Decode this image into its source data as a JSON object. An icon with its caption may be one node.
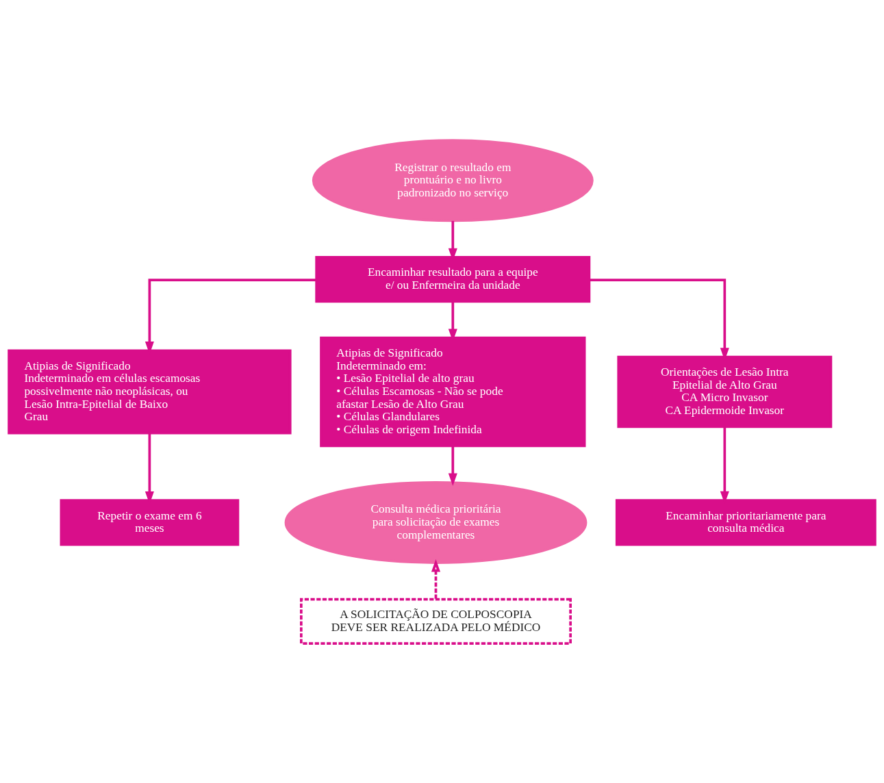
{
  "diagram": {
    "nodes": [
      {
        "text": [
          "Registrar o resultado em prontuário e no livro padronizado no serviço"
        ]
      },
      {
        "text": [
          "Encaminhar resultado para a equipe e/ ou Enfermeira da unidade"
        ]
      },
      {
        "text": [
          "Atipias de Significado Indeterminado em células escamosas possivelmente não neoplásicas, ou Lesão Intra-Epitelial de Baixo Grau"
        ]
      },
      {
        "text": [
          "Atipias de Significado Indeterminado em:",
          "• Lesão Epitelial de alto grau",
          "• Células Escamosas - Não se pode afastar Lesão de Alto Grau",
          "• Células Glandulares",
          "• Células de origem Indefinida"
        ]
      },
      {
        "text": [
          "Orientações de Lesão Intra Epitelial de Alto Grau",
          "CA Micro Invasor",
          "CA Epidermoide Invasor"
        ]
      },
      {
        "text": [
          "Repetir o exame em 6 meses"
        ]
      },
      {
        "text": [
          "Consulta médica prioritária para solicitação de exames complementares"
        ]
      },
      {
        "text": [
          "Encaminhar prioritariamente para consulta médica"
        ]
      },
      {
        "text": [
          "A SOLICITAÇÃO DE COLPOSCOPIA DEVE SER REALIZADA PELO MÉDICO"
        ]
      }
    ],
    "edges": [
      {
        "from": 0,
        "to": 1,
        "arrow": "to"
      },
      {
        "from": 1,
        "to": 2,
        "arrow": "to"
      },
      {
        "from": 1,
        "to": 3,
        "arrow": "to"
      },
      {
        "from": 1,
        "to": 4,
        "arrow": "to"
      },
      {
        "from": 2,
        "to": 5,
        "arrow": "to"
      },
      {
        "from": 3,
        "to": 6,
        "arrow": "to"
      },
      {
        "from": 4,
        "to": 7,
        "arrow": "to"
      },
      {
        "from": 8,
        "to": 6,
        "arrow": "to",
        "style": "dashed"
      }
    ]
  }
}
